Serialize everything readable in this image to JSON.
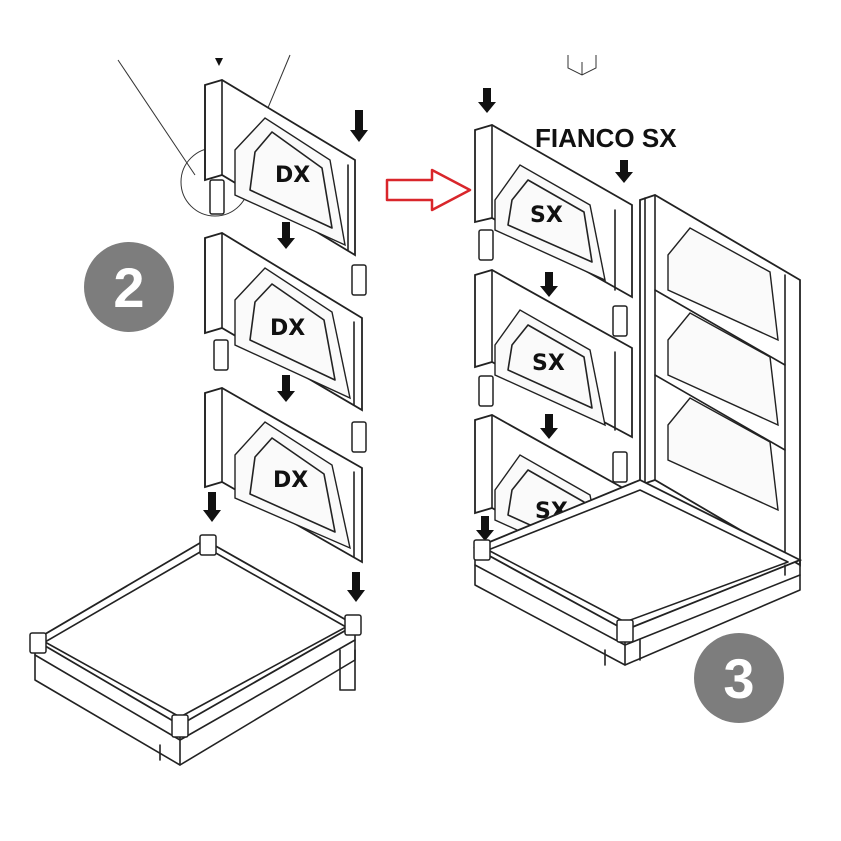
{
  "steps": [
    {
      "number": "2",
      "panel_label": "DX",
      "panel_count": 3
    },
    {
      "number": "3",
      "panel_label": "SX",
      "panel_count": 3,
      "title": "FIANCO SX"
    }
  ],
  "colors": {
    "line": "#222222",
    "step_badge": "#7d7d7d",
    "transition_arrow": "#d9262b",
    "background": "#ffffff"
  },
  "icons": [
    "down-arrow-icon",
    "right-arrow-icon",
    "connector-peg-icon"
  ]
}
